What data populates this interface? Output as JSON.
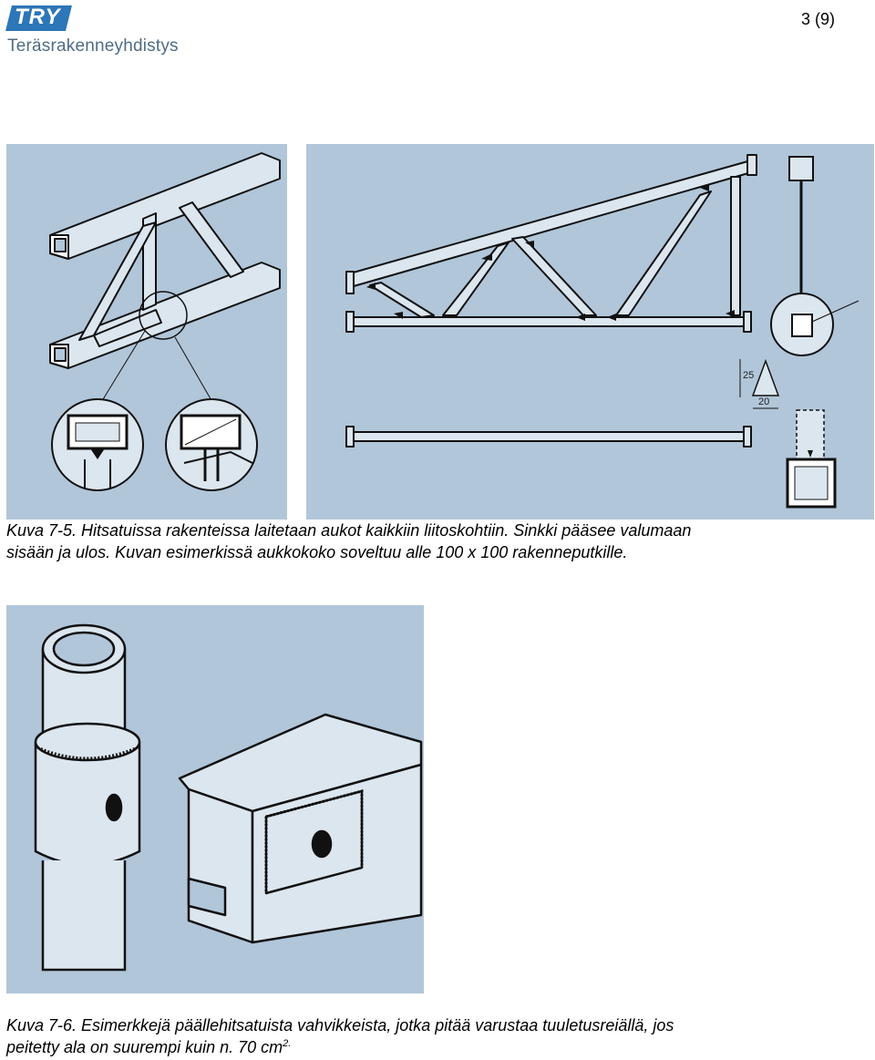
{
  "header": {
    "logo_mark": "TRY",
    "logo_name": "Teräsrakenneyhdistys",
    "page_number": "3 (9)"
  },
  "figure1": {
    "dimension_labels": [
      "25",
      "20"
    ],
    "caption_line1": "Kuva 7-5. Hitsatuissa rakenteissa laitetaan aukot kaikkiin liitoskohtiin. Sinkki pääsee valumaan",
    "caption_line2": "sisään ja ulos. Kuvan esimerkissä aukkokoko soveltuu alle 100 x 100 rakenneputkille."
  },
  "figure2": {
    "caption_line1": "Kuva 7-6. Esimerkkejä päällehitsatuista vahvikkeista, jotka pitää varustaa tuuletusreiällä, jos",
    "caption_line2": "peitetty ala on suurempi kuin n. 70 cm",
    "caption_superscript": "2."
  },
  "colors": {
    "figure_background": "#b1c6d9",
    "logo_blue": "#2d76b7",
    "logo_text": "#4f6c86"
  }
}
